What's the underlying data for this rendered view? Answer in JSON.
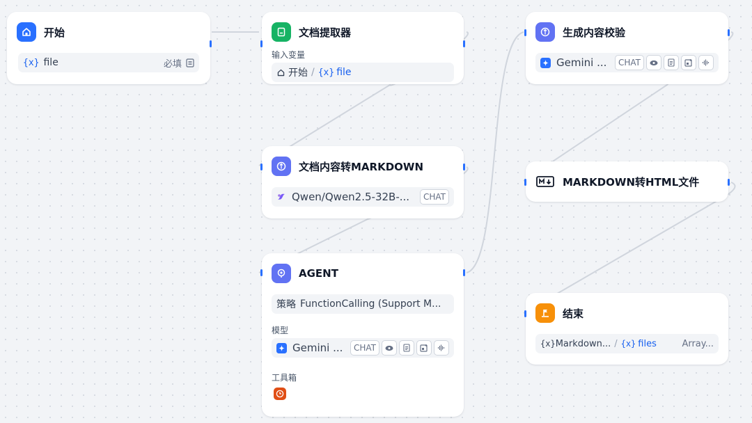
{
  "colors": {
    "canvas_bg": "#f2f4f7",
    "edge": "#d0d5dd",
    "handle": "#2970ff",
    "start_icon_bg": "#2970ff",
    "extractor_icon_bg": "#16b364",
    "llm_icon_bg": "#6172f3",
    "agent_icon_bg": "#6172f3",
    "end_icon_bg": "#f79009",
    "tool_icon_bg": "#e04f16",
    "variable_text": "#155eef"
  },
  "nodes": {
    "start": {
      "title": "开始",
      "icon": "home-icon",
      "var_symbol": "{x}",
      "var_name": "file",
      "required_label": "必填"
    },
    "doc_extractor": {
      "title": "文档提取器",
      "icon": "document-icon",
      "input_label": "输入变量",
      "source_node": "开始",
      "separator": "/",
      "var_symbol": "{x}",
      "var_name": "file"
    },
    "doc_to_markdown": {
      "title": "文档内容转MARKDOWN",
      "icon": "llm-icon",
      "model_name": "Qwen/Qwen2.5-32B-...",
      "model_mode": "CHAT"
    },
    "agent": {
      "title": "AGENT",
      "icon": "agent-icon",
      "strategy_label": "策略",
      "strategy_value": "FunctionCalling (Support M...",
      "model_label": "模型",
      "model_name": "Gemini ...",
      "model_mode": "CHAT",
      "toolbox_label": "工具箱"
    },
    "generate_check": {
      "title": "生成内容校验",
      "icon": "llm-icon",
      "model_name": "Gemini ...",
      "model_mode": "CHAT"
    },
    "markdown_to_html": {
      "title": "MARKDOWN转HTML文件",
      "icon": "markdown-icon"
    },
    "end": {
      "title": "结束",
      "icon": "end-icon",
      "var_symbol": "{x}",
      "var_source": "Markdown...",
      "separator": "/",
      "var_name": "files",
      "var_type": "Array..."
    }
  }
}
